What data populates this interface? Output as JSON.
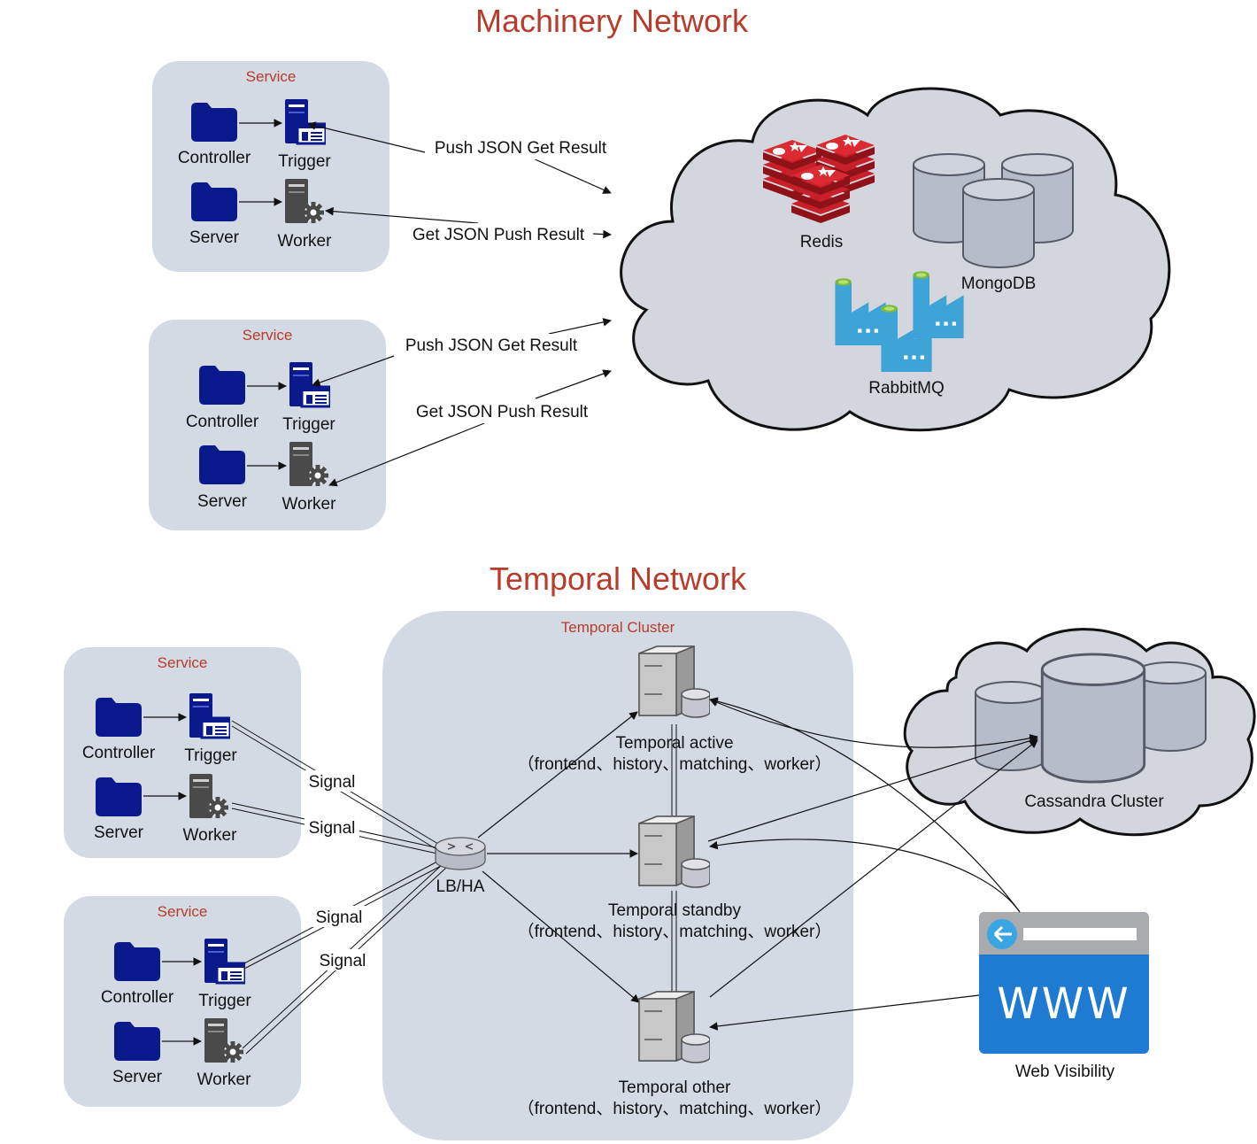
{
  "machinery": {
    "title": "Machinery Network",
    "services": [
      {
        "group_label": "Service",
        "controller": "Controller",
        "trigger": "Trigger",
        "server": "Server",
        "worker": "Worker"
      },
      {
        "group_label": "Service",
        "controller": "Controller",
        "trigger": "Trigger",
        "server": "Server",
        "worker": "Worker"
      }
    ],
    "edges": [
      {
        "label": "Push JSON  Get Result"
      },
      {
        "label": "Get JSON  Push Result"
      },
      {
        "label": "Push JSON  Get Result"
      },
      {
        "label": "Get JSON  Push Result"
      }
    ],
    "cloud": {
      "redis": "Redis",
      "mongodb": "MongoDB",
      "rabbitmq": "RabbitMQ"
    }
  },
  "temporal": {
    "title": "Temporal Network",
    "services": [
      {
        "group_label": "Service",
        "controller": "Controller",
        "trigger": "Trigger",
        "server": "Server",
        "worker": "Worker"
      },
      {
        "group_label": "Service",
        "controller": "Controller",
        "trigger": "Trigger",
        "server": "Server",
        "worker": "Worker"
      }
    ],
    "signals": [
      "Signal",
      "Signal",
      "Signal",
      "Signal"
    ],
    "cluster": {
      "label": "Temporal Cluster",
      "lb": "LB/HA",
      "nodes": [
        {
          "name": "Temporal active",
          "roles": "（frontend、history、matching、worker）"
        },
        {
          "name": "Temporal standby",
          "roles": "（frontend、history、matching、worker）"
        },
        {
          "name": "Temporal other",
          "roles": "（frontend、history、matching、worker）"
        }
      ]
    },
    "cassandra": "Cassandra Cluster",
    "web": {
      "label": "Web Visibility",
      "www": "WWW"
    }
  },
  "colors": {
    "title": "#b83b2b",
    "group_bg": "#d3dae3",
    "folder_blue": "#0a1a8c",
    "redis_red": "#c8202a",
    "rabbit_blue": "#3ea3d6",
    "www_blue": "#1f7ad1"
  }
}
